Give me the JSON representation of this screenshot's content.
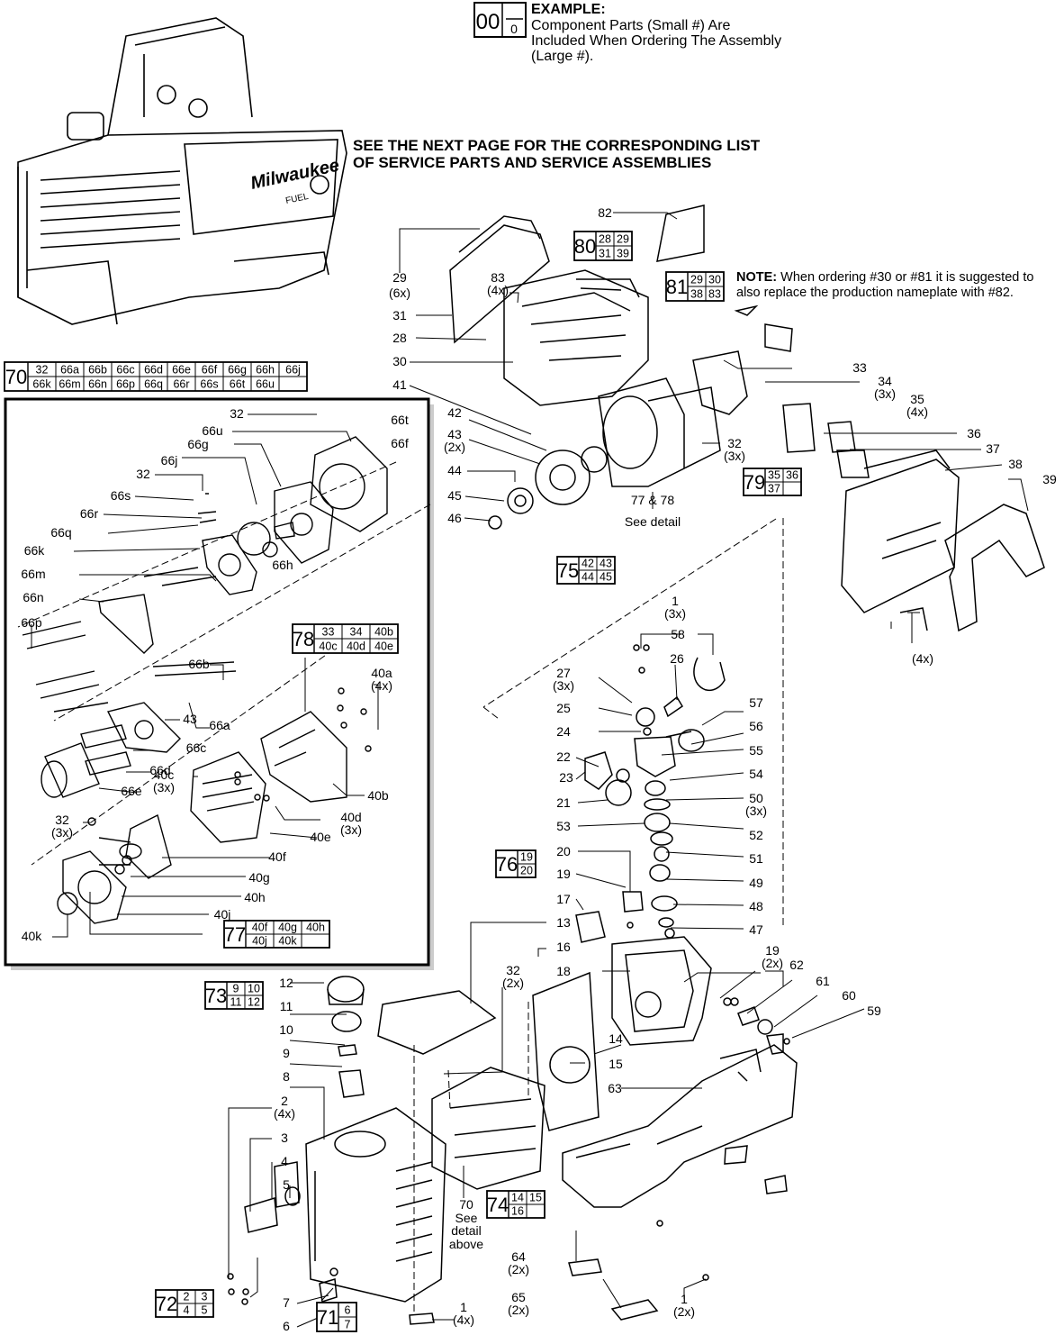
{
  "example": {
    "big": "00",
    "small": "0",
    "title": "EXAMPLE:",
    "lines": [
      "Component Parts (Small #) Are",
      "Included When Ordering The Assembly",
      "(Large #)."
    ]
  },
  "see_next": [
    "SEE THE NEXT PAGE FOR THE CORRESPONDING LIST",
    "OF SERVICE PARTS AND SERVICE ASSEMBLIES"
  ],
  "note": {
    "label": "NOTE:",
    "text": "When ordering #30 or #81 it is suggested to also replace the production nameplate with #82."
  },
  "assemblies": [
    {
      "id": "80",
      "rows": [
        [
          "28",
          "29"
        ],
        [
          "31",
          "39"
        ]
      ]
    },
    {
      "id": "81",
      "rows": [
        [
          "29",
          "30"
        ],
        [
          "38",
          "83"
        ]
      ]
    },
    {
      "id": "70",
      "rows": [
        [
          "32",
          "66a",
          "66b",
          "66c",
          "66d",
          "66e",
          "66f",
          "66g",
          "66h",
          "66j"
        ],
        [
          "66k",
          "66m",
          "66n",
          "66p",
          "66q",
          "66r",
          "66s",
          "66t",
          "66u",
          ""
        ]
      ]
    },
    {
      "id": "79",
      "rows": [
        [
          "35",
          "36"
        ],
        [
          "37",
          ""
        ]
      ]
    },
    {
      "id": "75",
      "rows": [
        [
          "42",
          "43"
        ],
        [
          "44",
          "45"
        ]
      ]
    },
    {
      "id": "78",
      "rows": [
        [
          "33",
          "34",
          "40b"
        ],
        [
          "40c",
          "40d",
          "40e"
        ]
      ]
    },
    {
      "id": "76",
      "rows": [
        [
          "19"
        ],
        [
          "20"
        ]
      ]
    },
    {
      "id": "77",
      "rows": [
        [
          "40f",
          "40g",
          "40h"
        ],
        [
          "40j",
          "40k",
          ""
        ]
      ]
    },
    {
      "id": "73",
      "rows": [
        [
          "9",
          "10"
        ],
        [
          "11",
          "12"
        ]
      ]
    },
    {
      "id": "74",
      "rows": [
        [
          "14",
          "15"
        ],
        [
          "16",
          ""
        ]
      ]
    },
    {
      "id": "72",
      "rows": [
        [
          "2",
          "3"
        ],
        [
          "4",
          "5"
        ]
      ]
    },
    {
      "id": "71",
      "rows": [
        [
          "6"
        ],
        [
          "7"
        ]
      ]
    }
  ],
  "labels": [
    {
      "t": "82"
    },
    {
      "t": "29"
    },
    {
      "t": "(6x)"
    },
    {
      "t": "31"
    },
    {
      "t": "28"
    },
    {
      "t": "30"
    },
    {
      "t": "41"
    },
    {
      "t": "83"
    },
    {
      "t": "(4x)"
    },
    {
      "t": "33"
    },
    {
      "t": "34"
    },
    {
      "t": "(3x)"
    },
    {
      "t": "35"
    },
    {
      "t": "(4x)"
    },
    {
      "t": "36"
    },
    {
      "t": "37"
    },
    {
      "t": "38"
    },
    {
      "t": "39"
    },
    {
      "t": "32"
    },
    {
      "t": "(3x)"
    },
    {
      "t": "(4x)"
    },
    {
      "t": "42"
    },
    {
      "t": "43"
    },
    {
      "t": "(2x)"
    },
    {
      "t": "44"
    },
    {
      "t": "45"
    },
    {
      "t": "46"
    },
    {
      "t": "77 & 78"
    },
    {
      "t": "See detail"
    },
    {
      "t": "1"
    },
    {
      "t": "(3x)"
    },
    {
      "t": "58"
    },
    {
      "t": "27"
    },
    {
      "t": "(3x)"
    },
    {
      "t": "26"
    },
    {
      "t": "25"
    },
    {
      "t": "57"
    },
    {
      "t": "24"
    },
    {
      "t": "56"
    },
    {
      "t": "22"
    },
    {
      "t": "55"
    },
    {
      "t": "23"
    },
    {
      "t": "54"
    },
    {
      "t": "21"
    },
    {
      "t": "50"
    },
    {
      "t": "(3x)"
    },
    {
      "t": "53"
    },
    {
      "t": "52"
    },
    {
      "t": "20"
    },
    {
      "t": "51"
    },
    {
      "t": "19"
    },
    {
      "t": "49"
    },
    {
      "t": "17"
    },
    {
      "t": "48"
    },
    {
      "t": "13"
    },
    {
      "t": "47"
    },
    {
      "t": "16"
    },
    {
      "t": "18"
    },
    {
      "t": "19"
    },
    {
      "t": "(2x)"
    },
    {
      "t": "62"
    },
    {
      "t": "61"
    },
    {
      "t": "60"
    },
    {
      "t": "59"
    },
    {
      "t": "32"
    },
    {
      "t": "(2x)"
    },
    {
      "t": "14"
    },
    {
      "t": "15"
    },
    {
      "t": "63"
    },
    {
      "t": "12"
    },
    {
      "t": "11"
    },
    {
      "t": "10"
    },
    {
      "t": "9"
    },
    {
      "t": "8"
    },
    {
      "t": "2"
    },
    {
      "t": "(4x)"
    },
    {
      "t": "3"
    },
    {
      "t": "4"
    },
    {
      "t": "5"
    },
    {
      "t": "7"
    },
    {
      "t": "6"
    },
    {
      "t": "1"
    },
    {
      "t": "(4x)"
    },
    {
      "t": "70"
    },
    {
      "t": "See"
    },
    {
      "t": "detail"
    },
    {
      "t": "above"
    },
    {
      "t": "64"
    },
    {
      "t": "(2x)"
    },
    {
      "t": "65"
    },
    {
      "t": "(2x)"
    },
    {
      "t": "1"
    },
    {
      "t": "(2x)"
    },
    {
      "t": "32"
    },
    {
      "t": "66u"
    },
    {
      "t": "66t"
    },
    {
      "t": "66f"
    },
    {
      "t": "66g"
    },
    {
      "t": "66j"
    },
    {
      "t": "32"
    },
    {
      "t": "66s"
    },
    {
      "t": "66r"
    },
    {
      "t": "66q"
    },
    {
      "t": "66k"
    },
    {
      "t": "66h"
    },
    {
      "t": "66m"
    },
    {
      "t": "66n"
    },
    {
      "t": "66p"
    },
    {
      "t": "66b"
    },
    {
      "t": "43"
    },
    {
      "t": "66a"
    },
    {
      "t": "66c"
    },
    {
      "t": "66d"
    },
    {
      "t": "66e"
    },
    {
      "t": "40a"
    },
    {
      "t": "(4x)"
    },
    {
      "t": "40c"
    },
    {
      "t": "(3x)"
    },
    {
      "t": "40b"
    },
    {
      "t": "40d"
    },
    {
      "t": "(3x)"
    },
    {
      "t": "40e"
    },
    {
      "t": "32"
    },
    {
      "t": "(3x)"
    },
    {
      "t": "40f"
    },
    {
      "t": "40g"
    },
    {
      "t": "40h"
    },
    {
      "t": "40j"
    },
    {
      "t": "40k"
    }
  ],
  "logo_text": [
    "Milwaukee",
    "FUEL"
  ]
}
